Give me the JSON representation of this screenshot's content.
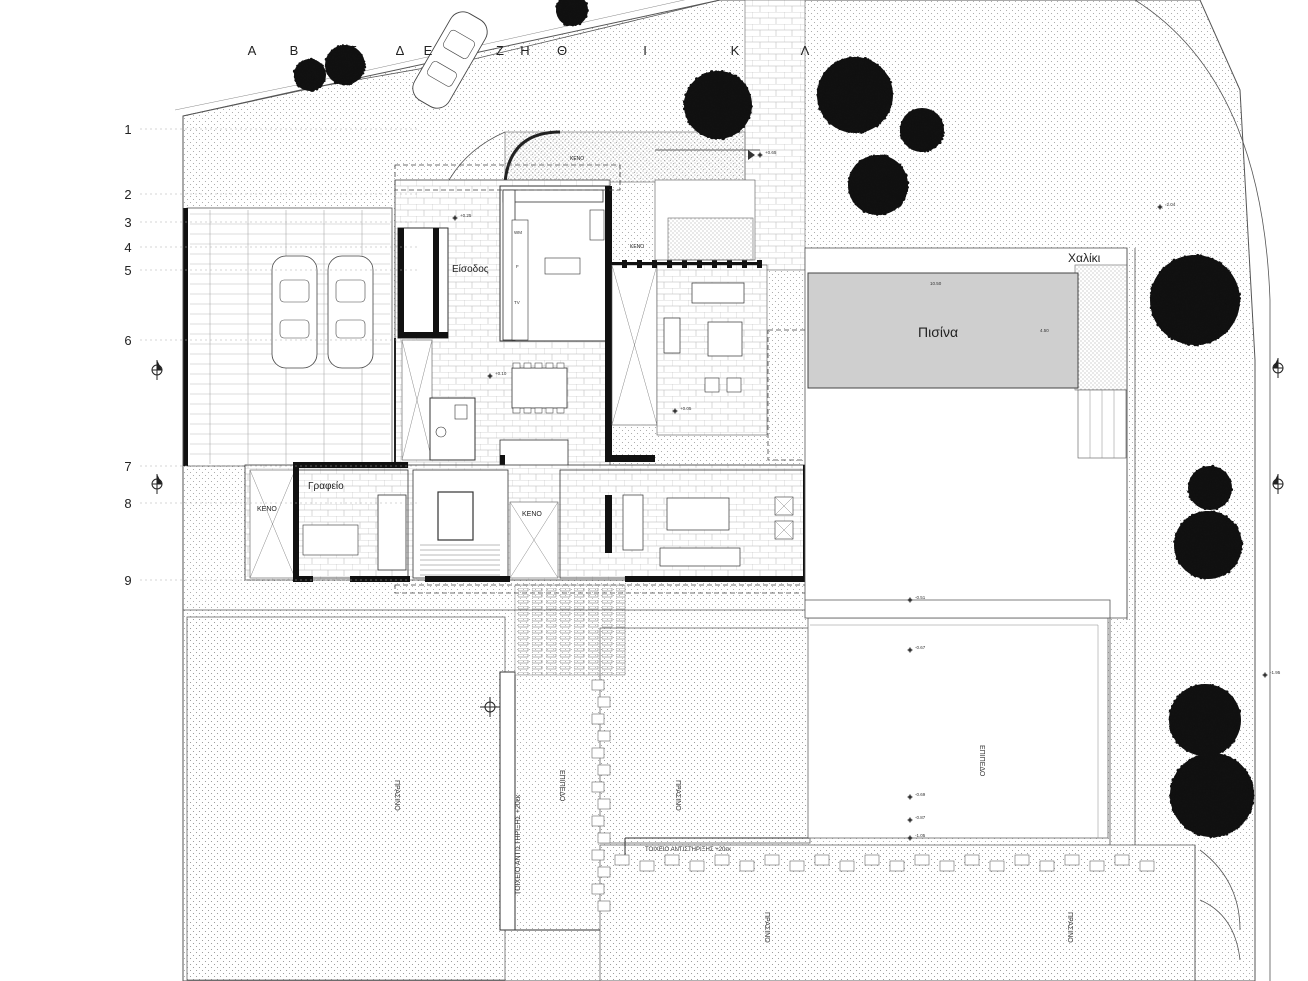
{
  "grid": {
    "columns": [
      "Α",
      "Β",
      "Γ",
      "Δ",
      "Ε",
      "Ζ",
      "Η",
      "Θ",
      "Ι",
      "Κ",
      "Λ"
    ],
    "rows": [
      "1",
      "2",
      "3",
      "4",
      "5",
      "6",
      "7",
      "8",
      "9"
    ]
  },
  "rooms": {
    "entrance": "Είσοδος",
    "office": "Γραφείο",
    "pool": "Πισίνα",
    "gravel": "Χαλίκι",
    "void_1": "ΚΕΝΟ",
    "void_2": "ΚΕΝΟ",
    "void_3": "ΚΕΝΟ",
    "void_4": "ΚΕΝΟ"
  },
  "pool": {
    "length": "10.50",
    "width": "4.50"
  },
  "vertical_labels": {
    "lawn_1": "ΠΡΑΣΙΝΟ",
    "lawn_2": "ΠΡΑΣΙΝΟ",
    "lawn_3": "ΠΡΑΣΙΝΟ",
    "lawn_4": "ΠΡΑΣΙΝΟ",
    "level_1": "ΕΠΙΠΕΔΟ",
    "level_2": "ΕΠΙΠΕΔΟ",
    "retaining_wall": "ΤΟΙΧΕΙΟ ΑΝΤΙΣΤΗΡΙΞΗΣ +20εκ"
  },
  "retaining_wall_label": "ΤΟΙΧΕΙΟ ΑΝΤΙΣΤΗΡΙΞΗΣ +20εκ",
  "kitchen_labels": [
    "WM",
    "F",
    "TV"
  ],
  "level_marks": [
    "+0.25",
    "+0.10",
    "+0.05",
    "-0.51",
    "-0.67",
    "-0.69",
    "-0.87",
    "-1.05",
    "-1.95",
    "+0.65",
    "-2.04"
  ]
}
